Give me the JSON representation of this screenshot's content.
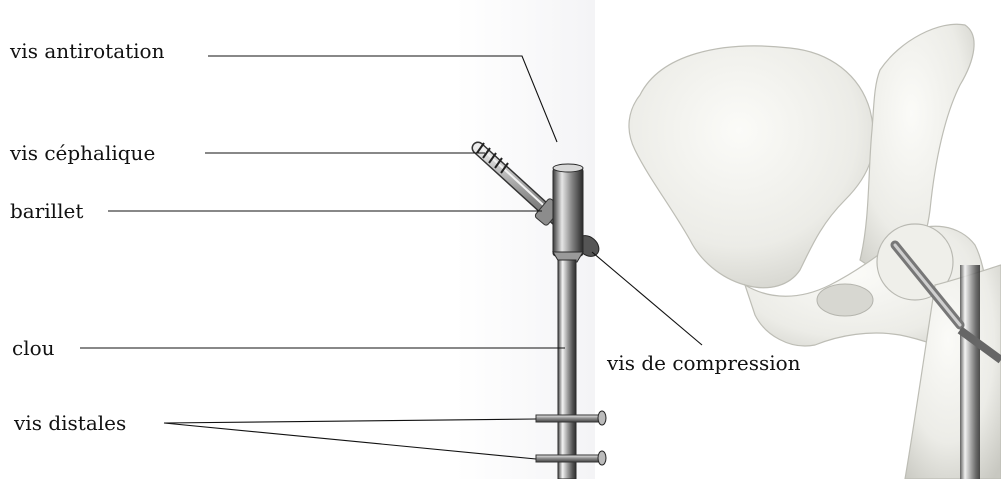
{
  "labels": {
    "vis_antirotation": "vis antirotation",
    "vis_cephalique": "vis céphalique",
    "barillet": "barillet",
    "clou": "clou",
    "vis_distales": "vis distales",
    "vis_de_compression": "vis de compression"
  },
  "colors": {
    "bone": "#eeeeea",
    "bone_shadow": "#c9c9c3",
    "metal_light": "#e8e8e8",
    "metal_dark": "#3a3a3a",
    "leader_line": "#111111"
  },
  "icons": {
    "implant": "intramedullary-nail-implant",
    "pelvis": "pelvis-bone-illustration"
  }
}
